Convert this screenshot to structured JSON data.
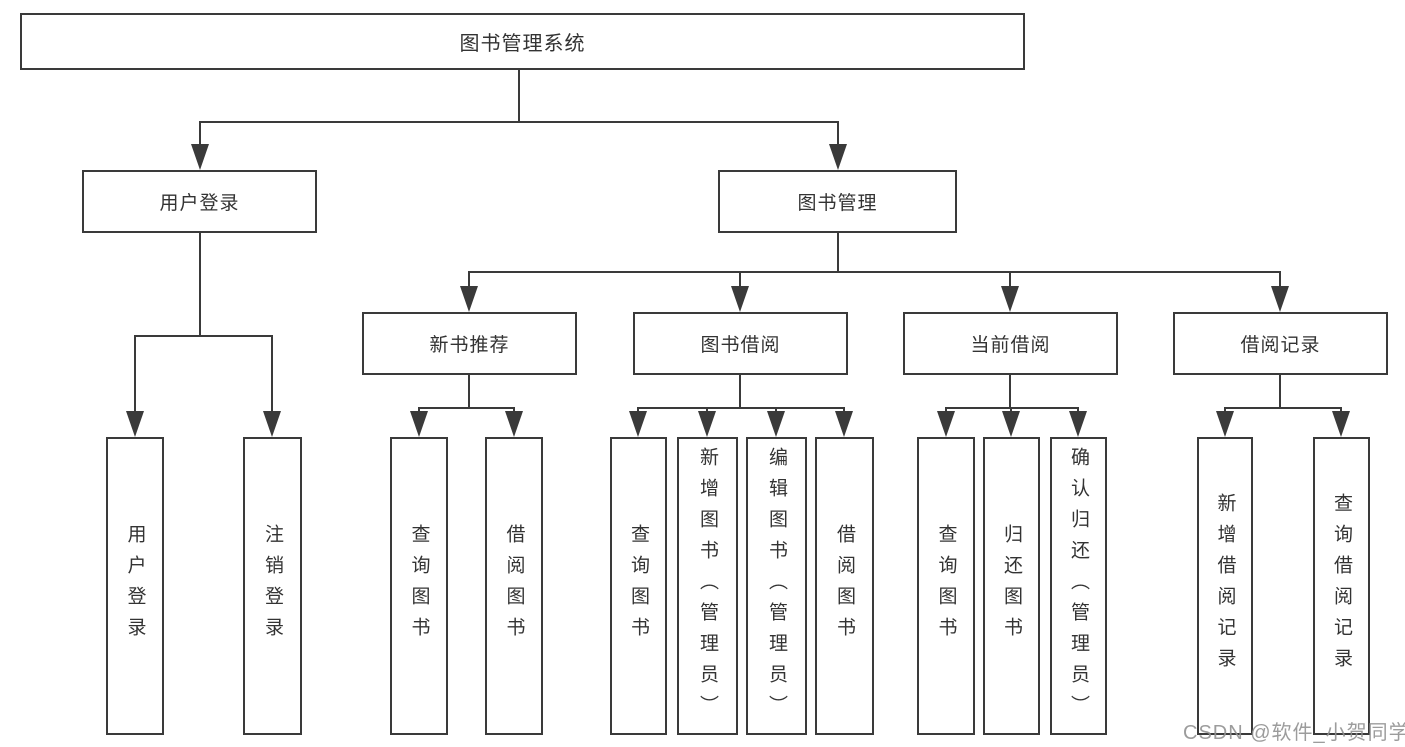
{
  "diagram": {
    "title": "图书管理系统",
    "type": "hierarchy-chart",
    "root": {
      "label": "图书管理系统",
      "children": [
        {
          "label": "用户登录",
          "children": [
            {
              "label": "用户登录"
            },
            {
              "label": "注销登录"
            }
          ]
        },
        {
          "label": "图书管理",
          "children": [
            {
              "label": "新书推荐",
              "children": [
                {
                  "label": "查询图书"
                },
                {
                  "label": "借阅图书"
                }
              ]
            },
            {
              "label": "图书借阅",
              "children": [
                {
                  "label": "查询图书"
                },
                {
                  "label": "新增图书（管理员）"
                },
                {
                  "label": "编辑图书（管理员）"
                },
                {
                  "label": "借阅图书"
                }
              ]
            },
            {
              "label": "当前借阅",
              "children": [
                {
                  "label": "查询图书"
                },
                {
                  "label": "归还图书"
                },
                {
                  "label": "确认归还（管理员）"
                }
              ]
            },
            {
              "label": "借阅记录",
              "children": [
                {
                  "label": "新增借阅记录"
                },
                {
                  "label": "查询借阅记录"
                }
              ]
            }
          ]
        }
      ]
    }
  },
  "watermark": {
    "text": "CSDN @软件_小贺同学"
  },
  "colors": {
    "line": "#3a3a3a",
    "text": "#333333",
    "background": "#ffffff",
    "watermark": "#919191"
  }
}
